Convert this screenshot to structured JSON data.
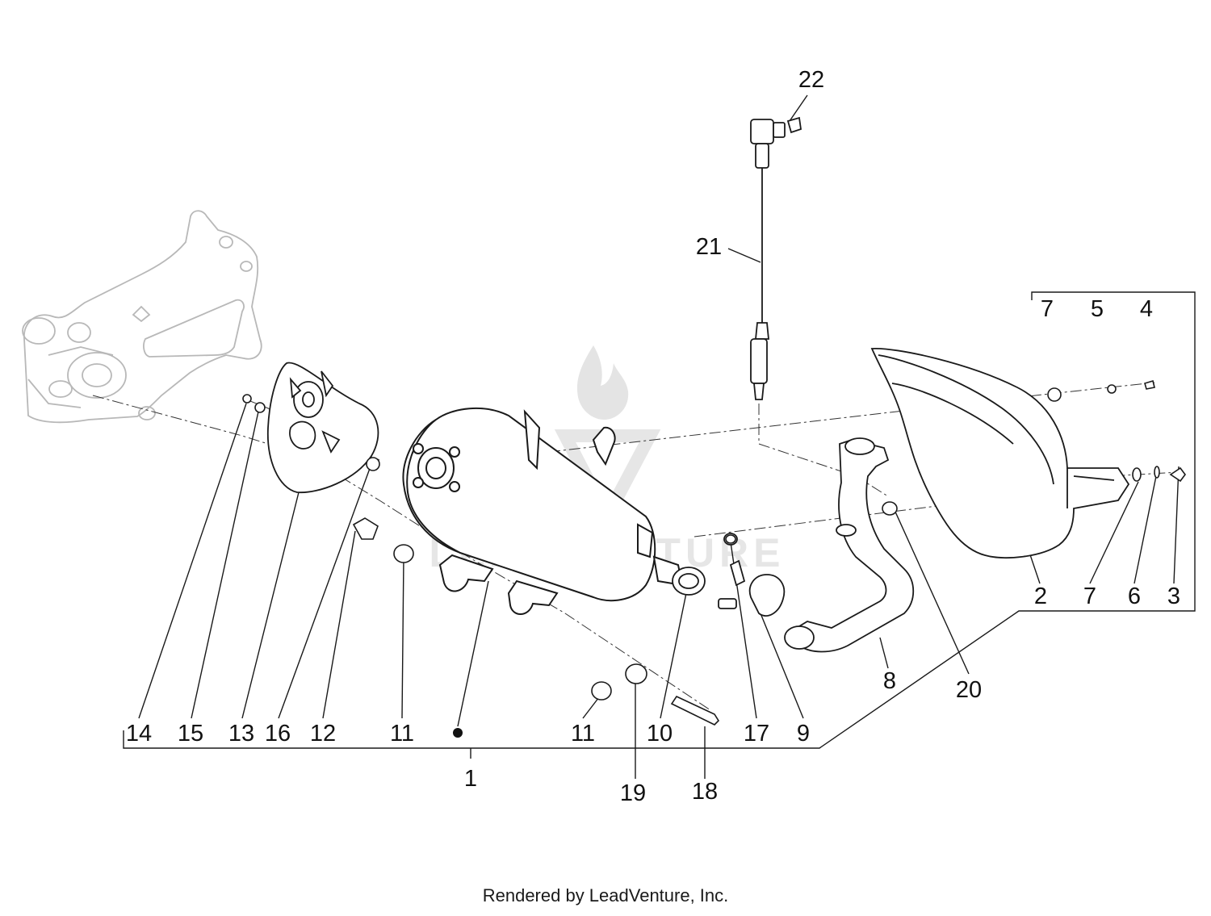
{
  "diagram": {
    "callouts": {
      "c1": "1",
      "c2": "2",
      "c3": "3",
      "c4": "4",
      "c5": "5",
      "c6": "6",
      "c7a": "7",
      "c7b": "7",
      "c8": "8",
      "c9": "9",
      "c10": "10",
      "c11a": "11",
      "c11b": "11",
      "c12": "12",
      "c13": "13",
      "c14": "14",
      "c15": "15",
      "c16": "16",
      "c17": "17",
      "c18": "18",
      "c19": "19",
      "c20": "20",
      "c21": "21",
      "c22": "22"
    },
    "footer": "Rendered by LeadVenture, Inc.",
    "watermark": "LEADVENTURE"
  },
  "colors": {
    "line": "#1a1a1a",
    "ghost": "#b8b8b8",
    "watermark": "#e2e2e2",
    "background": "#ffffff"
  }
}
